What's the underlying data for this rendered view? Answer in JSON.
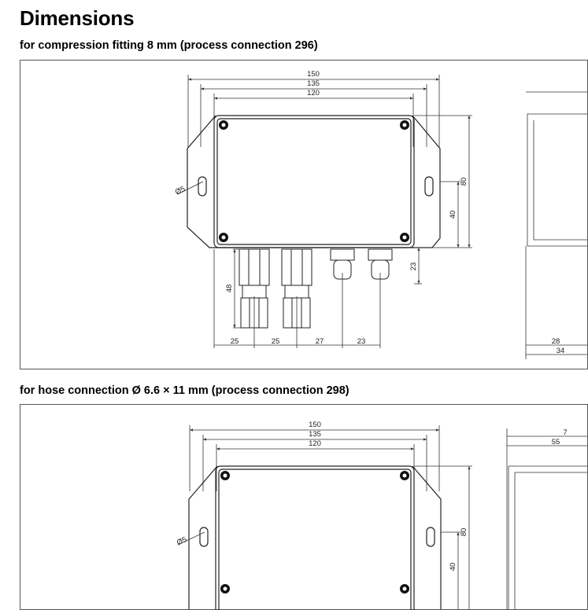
{
  "heading": "Dimensions",
  "section1": {
    "subtitle": "for compression fitting 8 mm (process connection 296)",
    "dims": {
      "w150": "150",
      "w135": "135",
      "w120": "120",
      "h80": "80",
      "h40": "40",
      "h23": "23",
      "h48": "48",
      "b25a": "25",
      "b25b": "25",
      "b27": "27",
      "b23": "23",
      "diameter": "Ø5",
      "side28": "28",
      "side34": "34"
    }
  },
  "section2": {
    "subtitle": "for hose connection Ø 6.6 × 11 mm (process connection 298)",
    "dims": {
      "w150": "150",
      "w135": "135",
      "w120": "120",
      "h80": "80",
      "h40": "40",
      "diameter": "Ø5",
      "side7": "7",
      "side55": "55"
    }
  }
}
